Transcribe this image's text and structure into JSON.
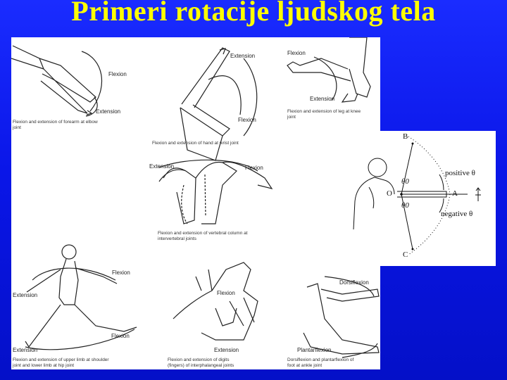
{
  "slide": {
    "title": "Primeri rotacije ljudskog tela"
  },
  "figures": {
    "elbow": {
      "flexion": "Flexion",
      "extension": "Extension",
      "caption_1": "Flexion and extension of forearm at elbow",
      "caption_2": "joint"
    },
    "wrist": {
      "extension": "Extension",
      "flexion": "Flexion",
      "caption_1": "Flexion and extension of hand at wrist joint"
    },
    "knee": {
      "flexion": "Flexion",
      "extension": "Extension",
      "caption_1": "Flexion and extension of leg at knee",
      "caption_2": "joint"
    },
    "spine": {
      "extension": "Extension",
      "flexion": "Flexion",
      "caption_1": "Flexion and extension of vertebral column at",
      "caption_2": "intervertebral joints"
    },
    "shoulder_hip": {
      "flexion_arm": "Flexion",
      "extension_arm": "Extension",
      "flexion_leg": "Flexion",
      "extension_leg": "Extension",
      "caption_1": "Flexion and extension of upper limb at shoulder",
      "caption_2": "joint and lower limb at hip joint"
    },
    "fingers": {
      "flexion": "Flexion",
      "extension": "Extension",
      "caption_1": "Flexion and extension of digits",
      "caption_2": "(fingers) of interphalangeal joints"
    },
    "ankle": {
      "dorsiflexion": "Dorsiflexion",
      "plantarflexion": "Plantarflexion",
      "caption_1": "Dorsiflexion and plantarflexion of",
      "caption_2": "foot at ankle joint"
    }
  },
  "rotation_diagram": {
    "point_b": "B",
    "point_c": "C",
    "point_o": "O",
    "point_a": "A",
    "theta_top": "θ0",
    "theta_bottom": "θ0",
    "positive_label": "positive θ",
    "negative_label": "negative θ"
  }
}
